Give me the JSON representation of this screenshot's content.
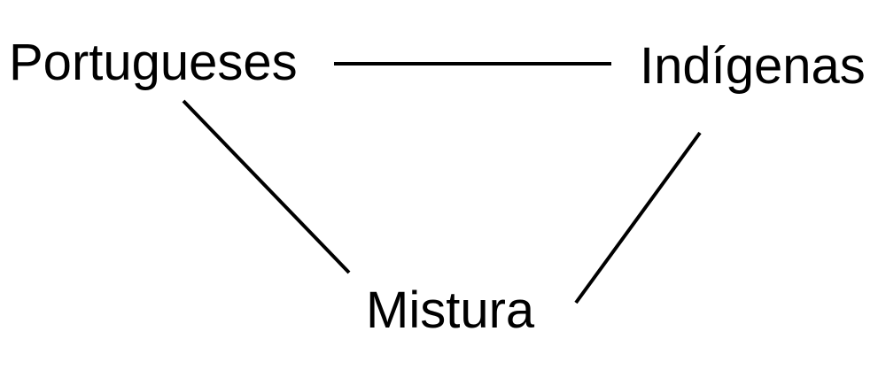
{
  "diagram": {
    "nodes": {
      "portugueses": "Portugueses",
      "indigenas": "Indígenas",
      "mistura": "Mistura"
    },
    "edges": [
      {
        "from": "portugueses",
        "to": "indigenas"
      },
      {
        "from": "portugueses",
        "to": "mistura"
      },
      {
        "from": "indigenas",
        "to": "mistura"
      }
    ],
    "colors": {
      "text": "#000000",
      "line": "#000000",
      "background": "#ffffff"
    }
  }
}
